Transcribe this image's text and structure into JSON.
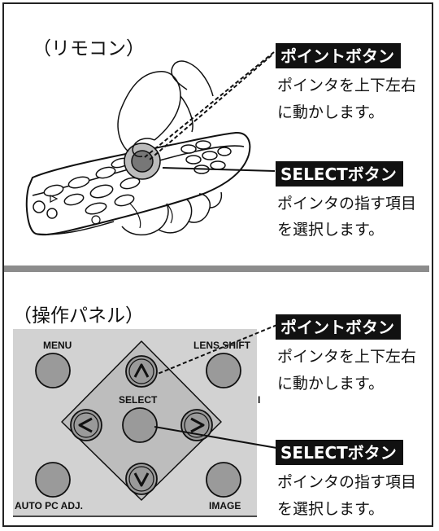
{
  "remote": {
    "heading": "（リモコン）",
    "point_label": "ポイントボタン",
    "point_desc_1": "ポインタを上下左右",
    "point_desc_2": "に動かします。",
    "select_label": "SELECTボタン",
    "select_desc_1": "ポインタの指す項目",
    "select_desc_2": "を選択します。"
  },
  "panel": {
    "heading": "（操作パネル）",
    "menu": "MENU",
    "lens_shift": "LENS SHIFT",
    "select": "SELECT",
    "auto_pc_adj": "AUTO PC ADJ.",
    "image": "IMAGE",
    "edge_mark": "I",
    "point_label": "ポイントボタン",
    "point_desc_1": "ポインタを上下左右",
    "point_desc_2": "に動かします。",
    "select_label": "SELECTボタン",
    "select_desc_1": "ポインタの指す項目",
    "select_desc_2": "を選択します。"
  },
  "colors": {
    "panel_bg": "#d2d2d2",
    "diamond": "#bdbdbd",
    "button": "#9a9a9a",
    "divider": "#8c8c8c"
  }
}
